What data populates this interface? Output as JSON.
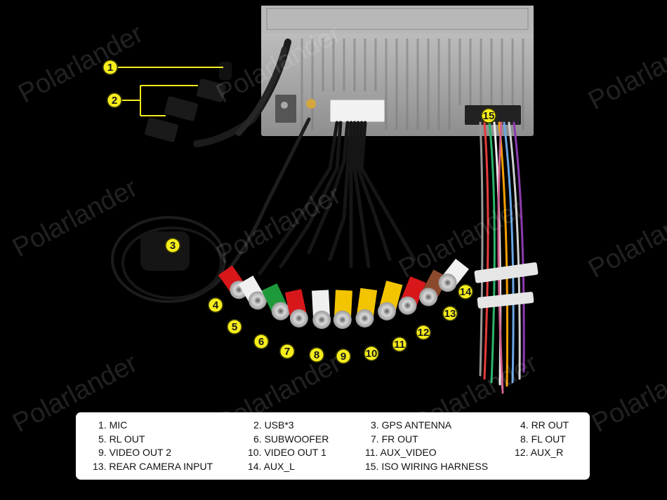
{
  "watermark_text": "Polarlander",
  "callouts": [
    "1",
    "2",
    "3",
    "4",
    "5",
    "6",
    "7",
    "8",
    "9",
    "10",
    "11",
    "12",
    "13",
    "14",
    "15"
  ],
  "legend": [
    "1. MIC",
    "2. USB*3",
    "3. GPS ANTENNA",
    "4. RR OUT",
    "5. RL OUT",
    "6. SUBWOOFER",
    "7. FR OUT",
    "8. FL OUT",
    "9. VIDEO OUT 2",
    "10. VIDEO OUT 1",
    "11. AUX_VIDEO",
    "12. AUX_R",
    "13. REAR CAMERA INPUT",
    "14. AUX_L",
    "15. ISO WIRING HARNESS"
  ],
  "colors": {
    "background": "#000000",
    "callout": "#f5ed1c",
    "rca_red": "#d8171b",
    "rca_white": "#f0f0f0",
    "rca_green": "#1e9a3a",
    "rca_yellow": "#f3c400",
    "rca_brown": "#8b4a2d"
  }
}
